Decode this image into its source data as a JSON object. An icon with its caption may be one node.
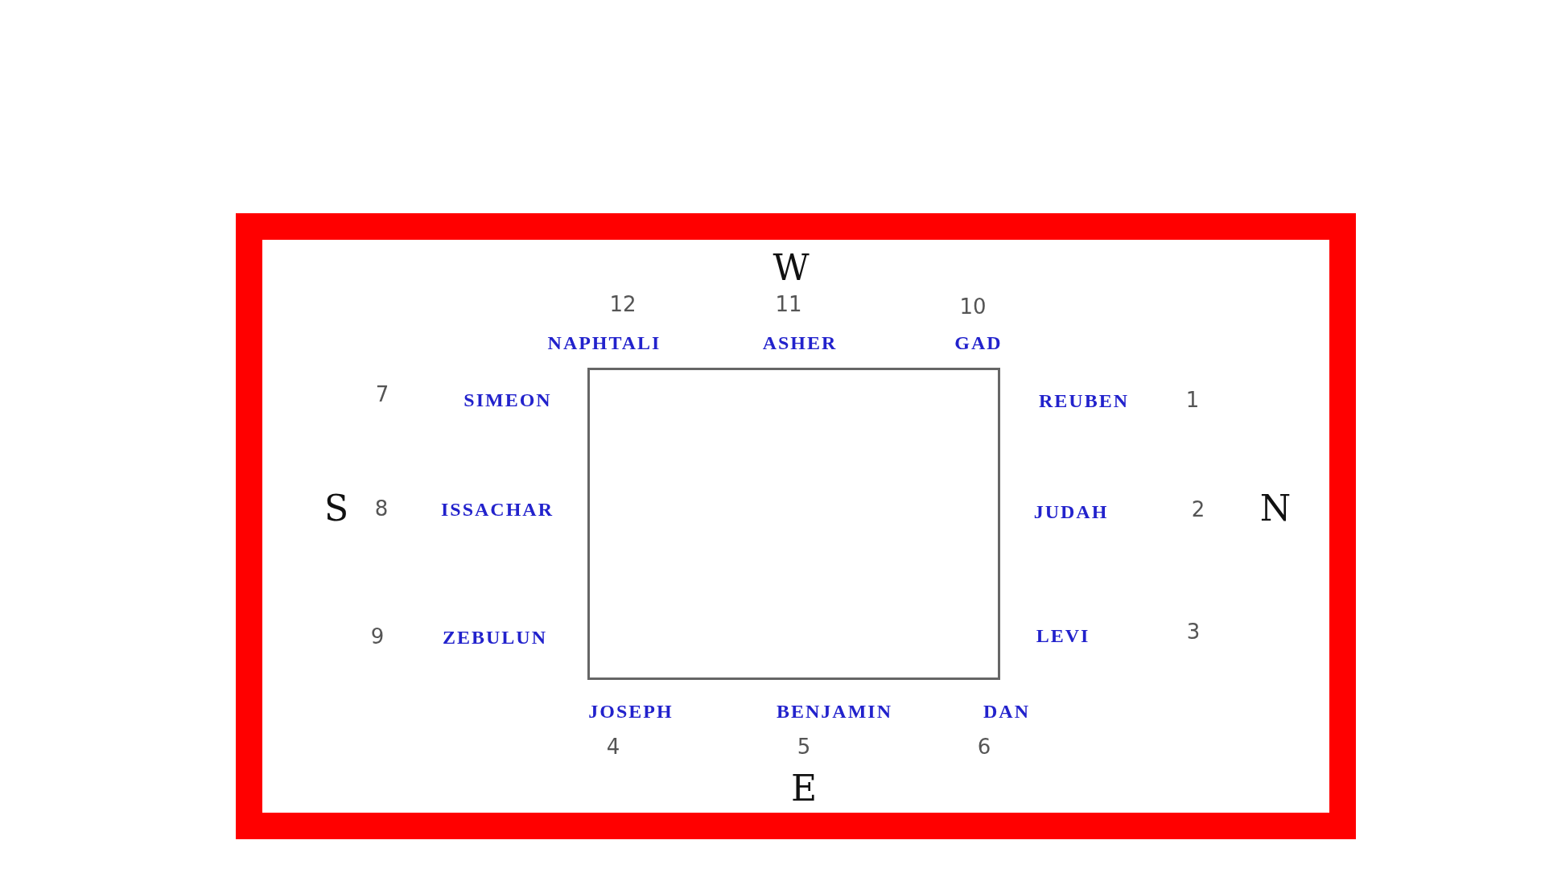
{
  "diagram": {
    "nodes": [
      {
        "text": [],
        "shape": "box"
      }
    ],
    "labels": [
      "W",
      "12",
      "11",
      "10",
      "NAPHTALI",
      "ASHER",
      "GAD",
      "7",
      "SIMEON",
      "REUBEN",
      "1",
      "S",
      "8",
      "ISSACHAR",
      "JUDAH",
      "2",
      "N",
      "9",
      "ZEBULUN",
      "LEVI",
      "3",
      "JOSEPH",
      "BENJAMIN",
      "DAN",
      "4",
      "5",
      "6",
      "E"
    ]
  }
}
